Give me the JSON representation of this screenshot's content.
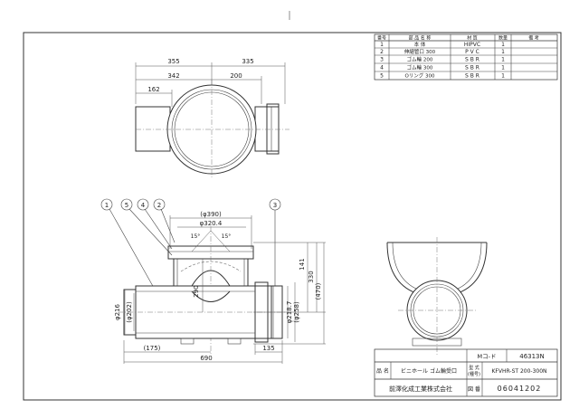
{
  "parts_table": {
    "headers": {
      "no": "番号",
      "name": "部 品 名 称",
      "material": "材 質",
      "qty": "数量",
      "remarks": "備 考"
    },
    "rows": [
      {
        "no": "1",
        "name": "本 体",
        "material": "HIPVC",
        "qty": "1"
      },
      {
        "no": "2",
        "name": "伸縮管口 300",
        "material": "P V C",
        "qty": "1"
      },
      {
        "no": "3",
        "name": "ゴム輪 200",
        "material": "S B R",
        "qty": "1"
      },
      {
        "no": "4",
        "name": "ゴム輪 300",
        "material": "S B R",
        "qty": "1"
      },
      {
        "no": "5",
        "name": "Oリング 300",
        "material": "S B R",
        "qty": "1"
      }
    ]
  },
  "top_view": {
    "dim_355": "355",
    "dim_335": "335",
    "dim_342": "342",
    "dim_200": "200",
    "dim_162": "162"
  },
  "front_view": {
    "dim_390": "(φ390)",
    "dim_320": "φ320.4",
    "angle_left": "15°",
    "angle_right": "15°",
    "dim_141": "141",
    "dim_330": "330",
    "dim_470": "(470)",
    "dim_290": "290",
    "dim_216": "φ216",
    "dim_202": "(φ202)",
    "dim_2187": "φ218.7",
    "dim_258": "(φ258)",
    "dim_175": "(175)",
    "dim_135": "135",
    "dim_690": "690",
    "balloons": [
      "1",
      "5",
      "4",
      "2",
      "3"
    ]
  },
  "title_block": {
    "code_label": "Mコ-ド",
    "code_value": "46313N",
    "name_label": "品 名",
    "name_value": "ビニホール ゴム輪受口",
    "type_label_1": "型 式",
    "type_label_2": "(種号)",
    "type_value": "KFVHR-ST 200-300N",
    "company": "前澤化成工業株式会社",
    "drawing_label": "図 番",
    "drawing_value": "06041202"
  }
}
